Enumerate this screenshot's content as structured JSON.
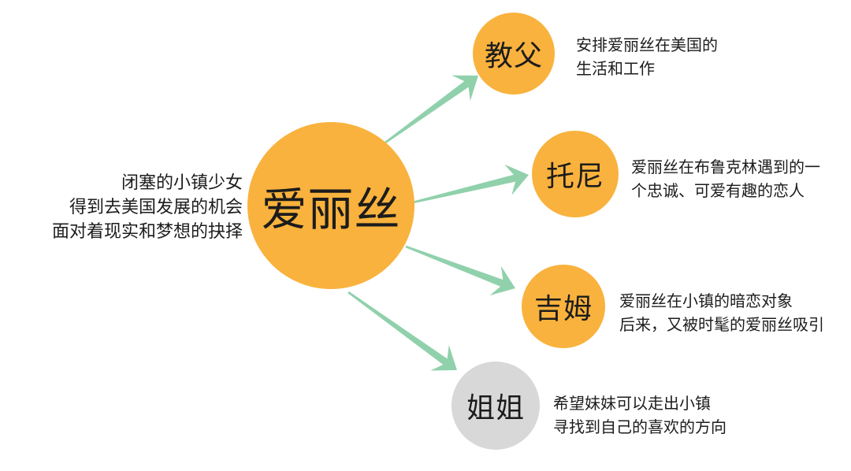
{
  "diagram": {
    "title": "",
    "colors": {
      "background": "#FFFFFF",
      "node_orange": "#F9B23D",
      "node_gray": "#D8D8D8",
      "arrow_green": "#90D1AC",
      "text": "#1C1C1C"
    },
    "center": {
      "label": "爱丽丝",
      "color": "#F9B23D",
      "intro_lines": [
        "闭塞的小镇少女",
        "得到去美国发展的机会",
        "面对着现实和梦想的抉择"
      ]
    },
    "nodes": [
      {
        "id": "godfather",
        "label": "教父",
        "color": "#F9B23D",
        "desc_lines": [
          "安排爱丽丝在美国的",
          "生活和工作"
        ]
      },
      {
        "id": "tony",
        "label": "托尼",
        "color": "#F9B23D",
        "desc_lines": [
          "爱丽丝在布鲁克林遇到的一",
          "个忠诚、可爱有趣的恋人"
        ]
      },
      {
        "id": "jim",
        "label": "吉姆",
        "color": "#F9B23D",
        "desc_lines": [
          "爱丽丝在小镇的暗恋对象",
          "后来，又被时髦的爱丽丝吸引"
        ]
      },
      {
        "id": "sister",
        "label": "姐姐",
        "color": "#D8D8D8",
        "desc_lines": [
          "希望妹妹可以走出小镇",
          "寻找到自己的喜欢的方向"
        ]
      }
    ]
  }
}
